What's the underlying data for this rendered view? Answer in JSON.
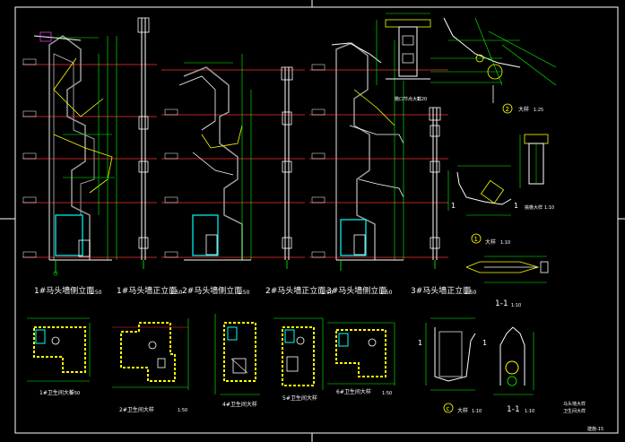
{
  "drawing": {
    "background_color": "#000000",
    "colors": {
      "frame": "#ffffff",
      "wall": "#ffffff",
      "dimension": "#00ff00",
      "axis": "#ff3030",
      "hatch": "#ffff00",
      "water": "#00ffff",
      "magenta": "#ff40ff",
      "gray": "#9a9a9a"
    },
    "views": {
      "elev_1_side": {
        "title": "1#马头墙侧立面",
        "scale": "1:50"
      },
      "elev_1_front": {
        "title": "1#马头墙正立面",
        "scale": "1:50"
      },
      "elev_2_side": {
        "title": "2#马头墙侧立面",
        "scale": "1:50"
      },
      "elev_2_front": {
        "title": "2#马头墙正立面",
        "scale": "1:50"
      },
      "elev_3_side": {
        "title": "3#马头墙侧立面",
        "scale": "1:50"
      },
      "elev_3_front": {
        "title": "3#马头墙正立面",
        "scale": "1:50"
      },
      "detail_top_1": {
        "title": "檐口节点大样",
        "scale": "1:20"
      },
      "detail_2": {
        "marker": "2",
        "title": "大样",
        "scale": "1:25"
      },
      "detail_1": {
        "marker": "1",
        "title": "大样",
        "scale": "1:10"
      },
      "detail_small": {
        "title": "挑檐大样",
        "scale": "1:10"
      },
      "section_1_mid": {
        "title": "1-1",
        "scale": "1:10"
      },
      "plan_1": {
        "title": "1#卫生间大样",
        "scale": "1:50"
      },
      "plan_2": {
        "title": "2#卫生间大样",
        "scale": "1:50"
      },
      "plan_3": {
        "title": "4#卫生间大样",
        "scale": ""
      },
      "plan_4": {
        "title": "5#卫生间大样",
        "scale": ""
      },
      "plan_5": {
        "title": "6#卫生间大样",
        "scale": "1:50"
      },
      "detail_c": {
        "marker": "c",
        "title": "大样",
        "scale": "1:10"
      },
      "section_1_low": {
        "title": "1-1",
        "scale": "1:10"
      }
    },
    "notes": [
      "马头墙大样",
      "卫生间大样"
    ],
    "sheet_number": "建施-15",
    "section_marks": [
      "1",
      "1",
      "1",
      "1"
    ]
  }
}
